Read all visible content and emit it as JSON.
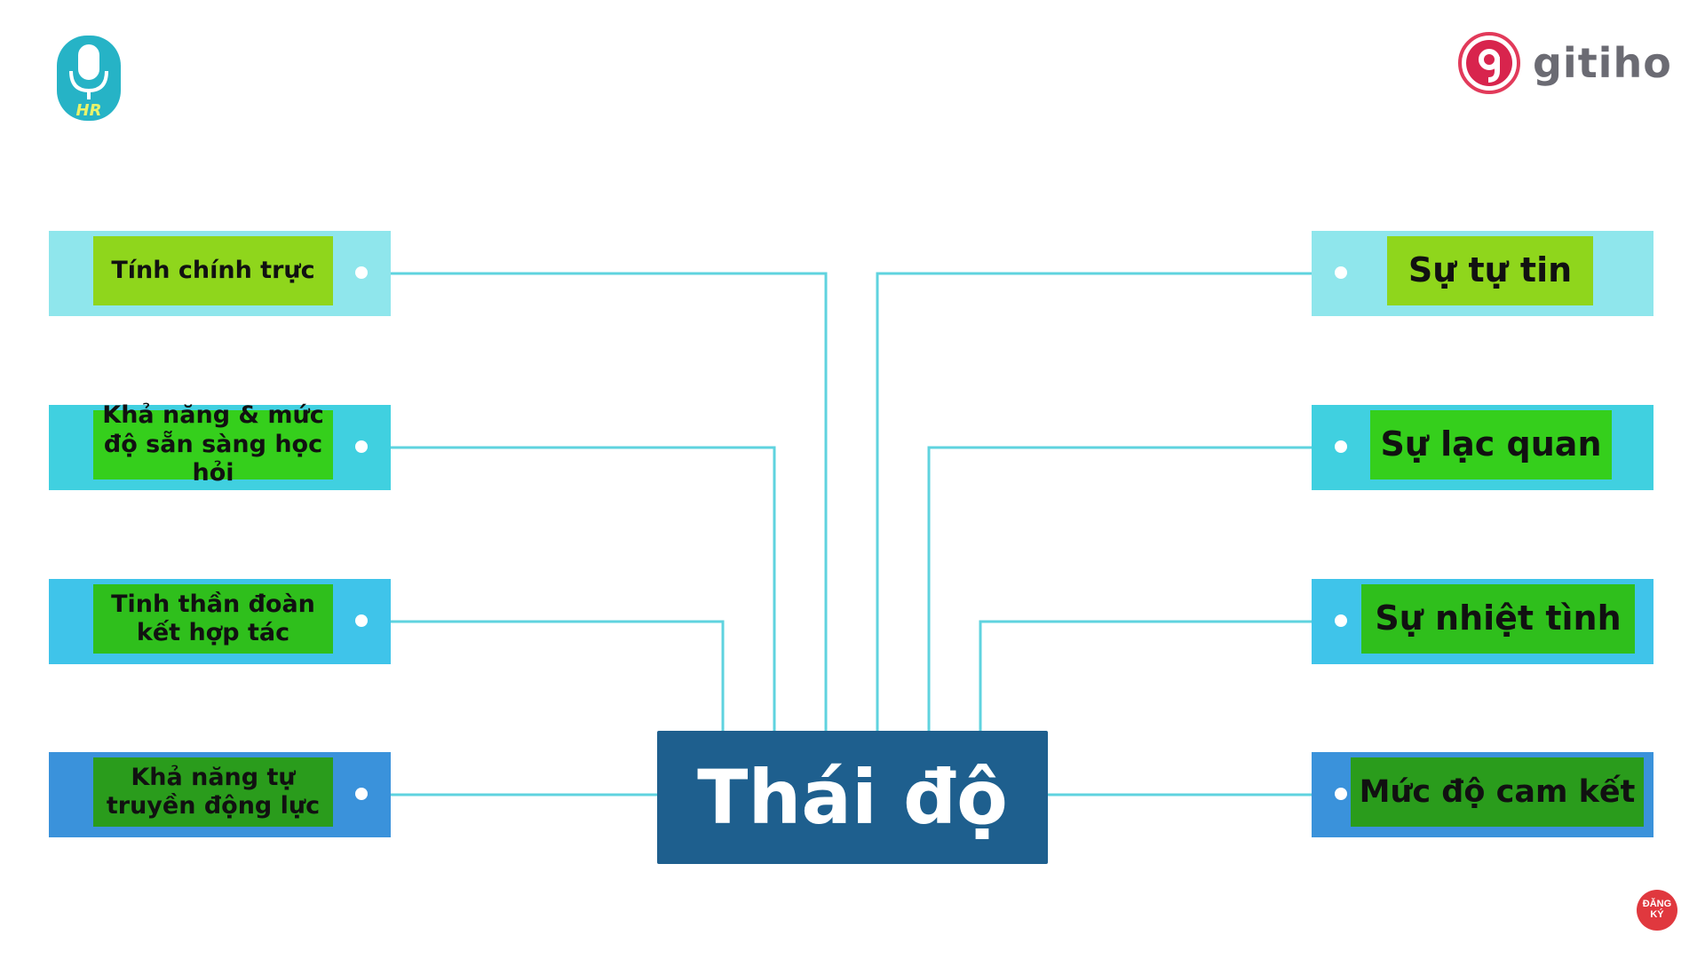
{
  "brand": {
    "left_logo_text": "HR",
    "right_logo_text": "gitiho"
  },
  "center": {
    "label": "Thái độ"
  },
  "left_items": [
    {
      "label": "Tính chính trực"
    },
    {
      "label": "Khả năng & mức độ sẵn sàng học hỏi"
    },
    {
      "label": "Tinh thần đoàn kết hợp tác"
    },
    {
      "label": "Khả năng tự truyền động lực"
    }
  ],
  "right_items": [
    {
      "label": "Sự tự tin"
    },
    {
      "label": "Sự lạc quan"
    },
    {
      "label": "Sự nhiệt tình"
    },
    {
      "label": "Mức độ cam kết"
    }
  ],
  "subscribe": {
    "line1": "ĐĂNG",
    "line2": "KÝ"
  },
  "colors": {
    "center_box": "#1e5f8e",
    "connector": "#5fd3df",
    "outer_rows": [
      "#8fe6ec",
      "#40d0e0",
      "#3fc4ea",
      "#3a92db"
    ],
    "inner_left": [
      "#8fd61c",
      "#35cf1c",
      "#2fbf1c",
      "#2a9c1c"
    ],
    "inner_right": [
      "#8fd61c",
      "#35cf1c",
      "#2fbf1c",
      "#2a9c1c"
    ]
  }
}
